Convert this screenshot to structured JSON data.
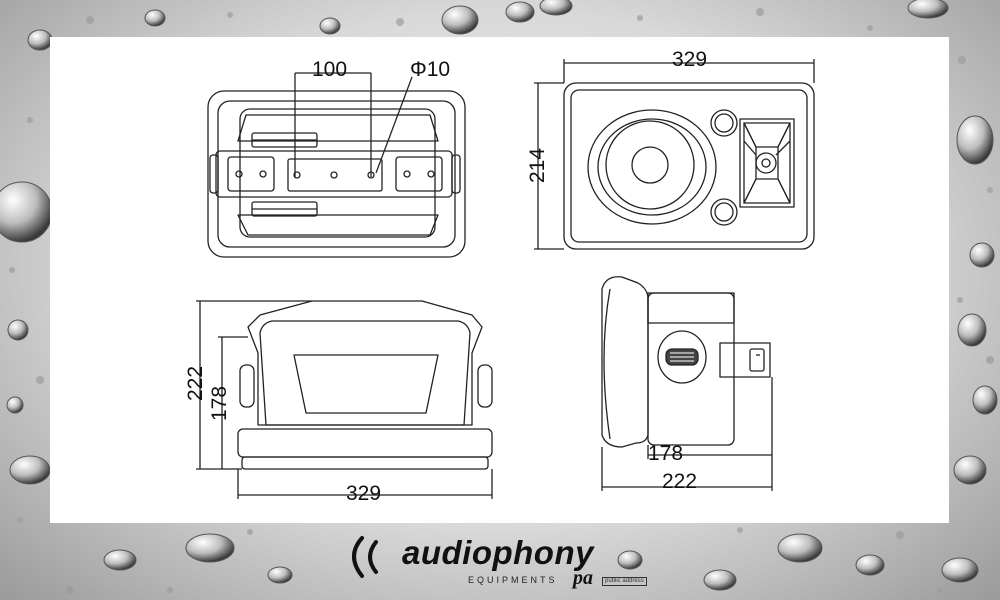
{
  "dimensions": {
    "top_width": "100",
    "hole_diameter": "Φ10",
    "front_width": "329",
    "front_height": "214",
    "back_total_height": "222",
    "back_body_height": "178",
    "back_width": "329",
    "side_depth": "178",
    "side_total_depth": "222"
  },
  "logo": {
    "wordmark": "audiophony",
    "subline": "EQUIPMENTS",
    "pa": "pa",
    "tag": "public address"
  },
  "colors": {
    "line": "#222222",
    "sheet": "#ffffff",
    "background": "#cfcfcf"
  }
}
